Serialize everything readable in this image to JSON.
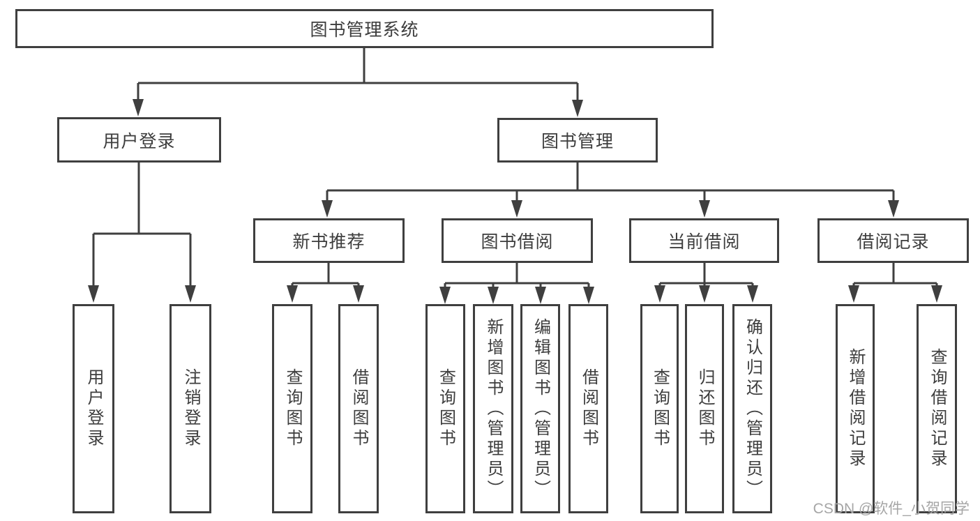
{
  "diagram": {
    "nodes": {
      "root": "图书管理系统",
      "user_login": "用户登录",
      "book_mgmt": "图书管理",
      "new_book_rec": "新书推荐",
      "book_borrow": "图书借阅",
      "current_borrow": "当前借阅",
      "borrow_records": "借阅记录",
      "login": "用户登录",
      "logout": "注销登录",
      "query_book_rec": "查询图书",
      "borrow_book_rec": "借阅图书",
      "query_book_borrow": "查询图书",
      "add_book_admin": "新增图书（管理员）",
      "edit_book_admin": "编辑图书（管理员）",
      "borrow_book_borrow": "借阅图书",
      "query_book_current": "查询图书",
      "return_book": "归还图书",
      "confirm_return_admin": "确认归还（管理员）",
      "add_borrow_record": "新增借阅记录",
      "query_borrow_record": "查询借阅记录"
    },
    "colors": {
      "line": "#3f3f3f",
      "text": "#3d3d3d",
      "watermark": "#a6a6a6",
      "background": "#ffffff"
    }
  },
  "watermark": "CSDN @软件_小贺同学"
}
